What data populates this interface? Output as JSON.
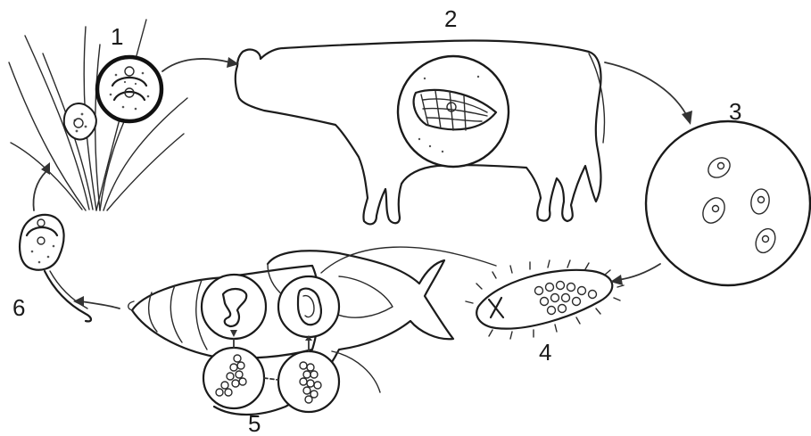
{
  "diagram": {
    "stage_labels": [
      "1",
      "2",
      "3",
      "4",
      "5",
      "6"
    ]
  }
}
